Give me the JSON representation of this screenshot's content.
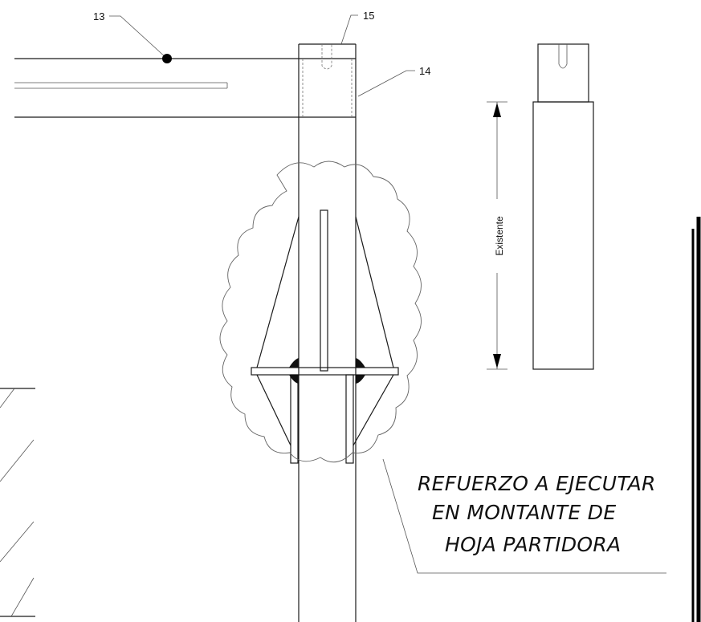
{
  "callouts": {
    "c13": "13",
    "c14": "14",
    "c15": "15"
  },
  "dimension": {
    "label": "Existente"
  },
  "note": {
    "line1": "REFUERZO A EJECUTAR",
    "line2": "EN MONTANTE DE",
    "line3": "HOJA PARTIDORA"
  },
  "colors": {
    "ink": "#1a1a1a",
    "background": "#ffffff"
  }
}
